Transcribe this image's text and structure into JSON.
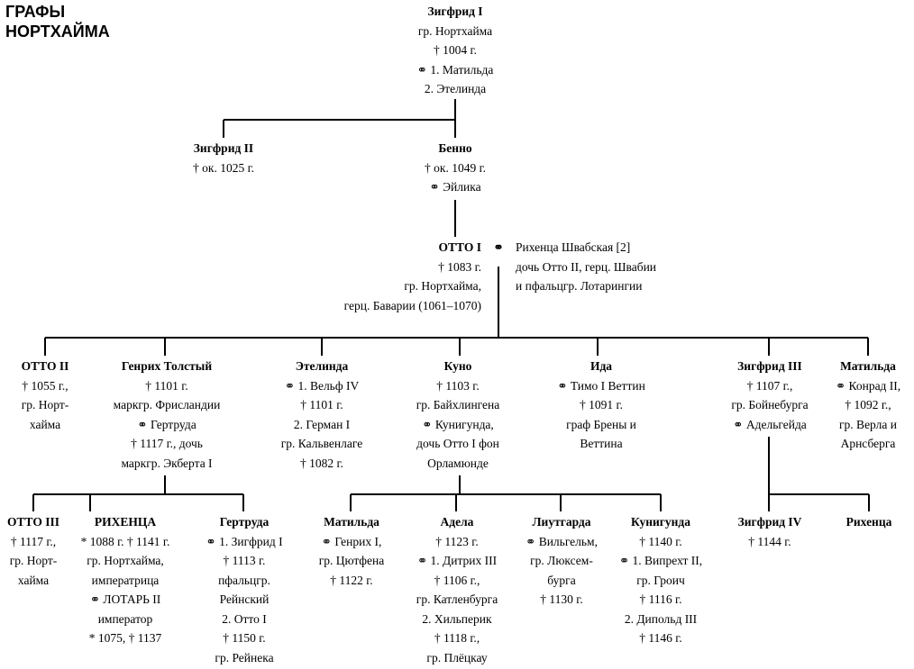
{
  "title": [
    "ГРАФЫ",
    "НОРТХАЙМА"
  ],
  "people": {
    "sigfried1": {
      "name": "Зигфрид I",
      "lines": [
        "гр. Нортхайма",
        "† 1004 г.",
        "⚭ 1. Матильда",
        "2. Этелинда"
      ]
    },
    "sigfried2": {
      "name": "Зигфрид II",
      "lines": [
        "† ок. 1025 г."
      ]
    },
    "benno": {
      "name": "Бенно",
      "lines": [
        "† ок. 1049 г.",
        "⚭ Эйлика"
      ]
    },
    "otto1": {
      "name": "ОТТО I",
      "lines": [
        "† 1083 г.",
        "гр. Нортхайма,",
        "герц. Баварии (1061–1070)"
      ]
    },
    "marriage_symbol": "⚭",
    "richenza_swabia": {
      "lines": [
        "Рихенца Швабская [2]",
        "дочь Отто II, герц. Швабии",
        "и пфальцгр. Лотарингии"
      ]
    },
    "otto2": {
      "name": "ОТТО II",
      "lines": [
        "† 1055 г.,",
        "гр. Норт-",
        "хайма"
      ]
    },
    "heinrich": {
      "name": "Генрих Толстый",
      "lines": [
        "† 1101 г.",
        "маркгр. Фрисландии",
        "⚭ Гертруда",
        "† 1117 г., дочь",
        "маркгр. Экберта I"
      ]
    },
    "ethelinda": {
      "name": "Этелинда",
      "lines": [
        "⚭ 1. Вельф IV",
        "† 1101 г.",
        "2. Герман I",
        "гр. Кальвенлаге",
        "† 1082 г."
      ]
    },
    "kuno": {
      "name": "Куно",
      "lines": [
        "† 1103 г.",
        "гр. Байхлингена",
        "⚭ Кунигунда,",
        "дочь Отто I фон",
        "Орламюнде"
      ]
    },
    "ida": {
      "name": "Ида",
      "lines": [
        "⚭ Тимо I Веттин",
        "† 1091 г.",
        "граф Брены и",
        "Веттина"
      ]
    },
    "sigfried3": {
      "name": "Зигфрид III",
      "lines": [
        "† 1107 г.,",
        "гр. Бойнебурга",
        "⚭ Адельгейда"
      ]
    },
    "mathilda": {
      "name": "Матильда",
      "lines": [
        "⚭ Конрад II,",
        "† 1092 г.,",
        "гр. Верла и",
        "Арнсберга"
      ]
    },
    "otto3": {
      "name": "ОТТО III",
      "lines": [
        "† 1117 г.,",
        "гр. Норт-",
        "хайма"
      ]
    },
    "richenza": {
      "name": "РИХЕНЦА",
      "lines": [
        "* 1088 г. † 1141 г.",
        "гр. Нортхайма,",
        "императрица",
        "⚭ ЛОТАРЬ II",
        "император",
        "* 1075, † 1137"
      ]
    },
    "gertruda": {
      "name": "Гертруда",
      "lines": [
        "⚭ 1. Зигфрид I",
        "† 1113 г.",
        "пфальцгр.",
        "Рейнский",
        "2. Отто I",
        "† 1150 г.",
        "гр. Рейнека"
      ]
    },
    "mathilda2": {
      "name": "Матильда",
      "lines": [
        "⚭ Генрих I,",
        "гр. Цютфена",
        "† 1122 г."
      ]
    },
    "adela": {
      "name": "Адела",
      "lines": [
        "† 1123 г.",
        "⚭ 1. Дитрих III",
        "† 1106 г.,",
        "гр. Катленбурга",
        "2. Хильперик",
        "† 1118 г.,",
        "гр. Плёцкау"
      ]
    },
    "liutgarda": {
      "name": "Лиутгарда",
      "lines": [
        "⚭ Вильгельм,",
        "гр. Люксем-",
        "бурга",
        "† 1130 г."
      ]
    },
    "kunigunda": {
      "name": "Кунигунда",
      "lines": [
        "† 1140 г.",
        "⚭ 1. Випрехт II,",
        "гр. Гроич",
        "† 1116 г.",
        "2. Дипольд III",
        "† 1146 г."
      ]
    },
    "sigfried4": {
      "name": "Зигфрид IV",
      "lines": [
        "† 1144 г."
      ]
    },
    "richenza2": {
      "name": "Рихенца",
      "lines": []
    }
  }
}
